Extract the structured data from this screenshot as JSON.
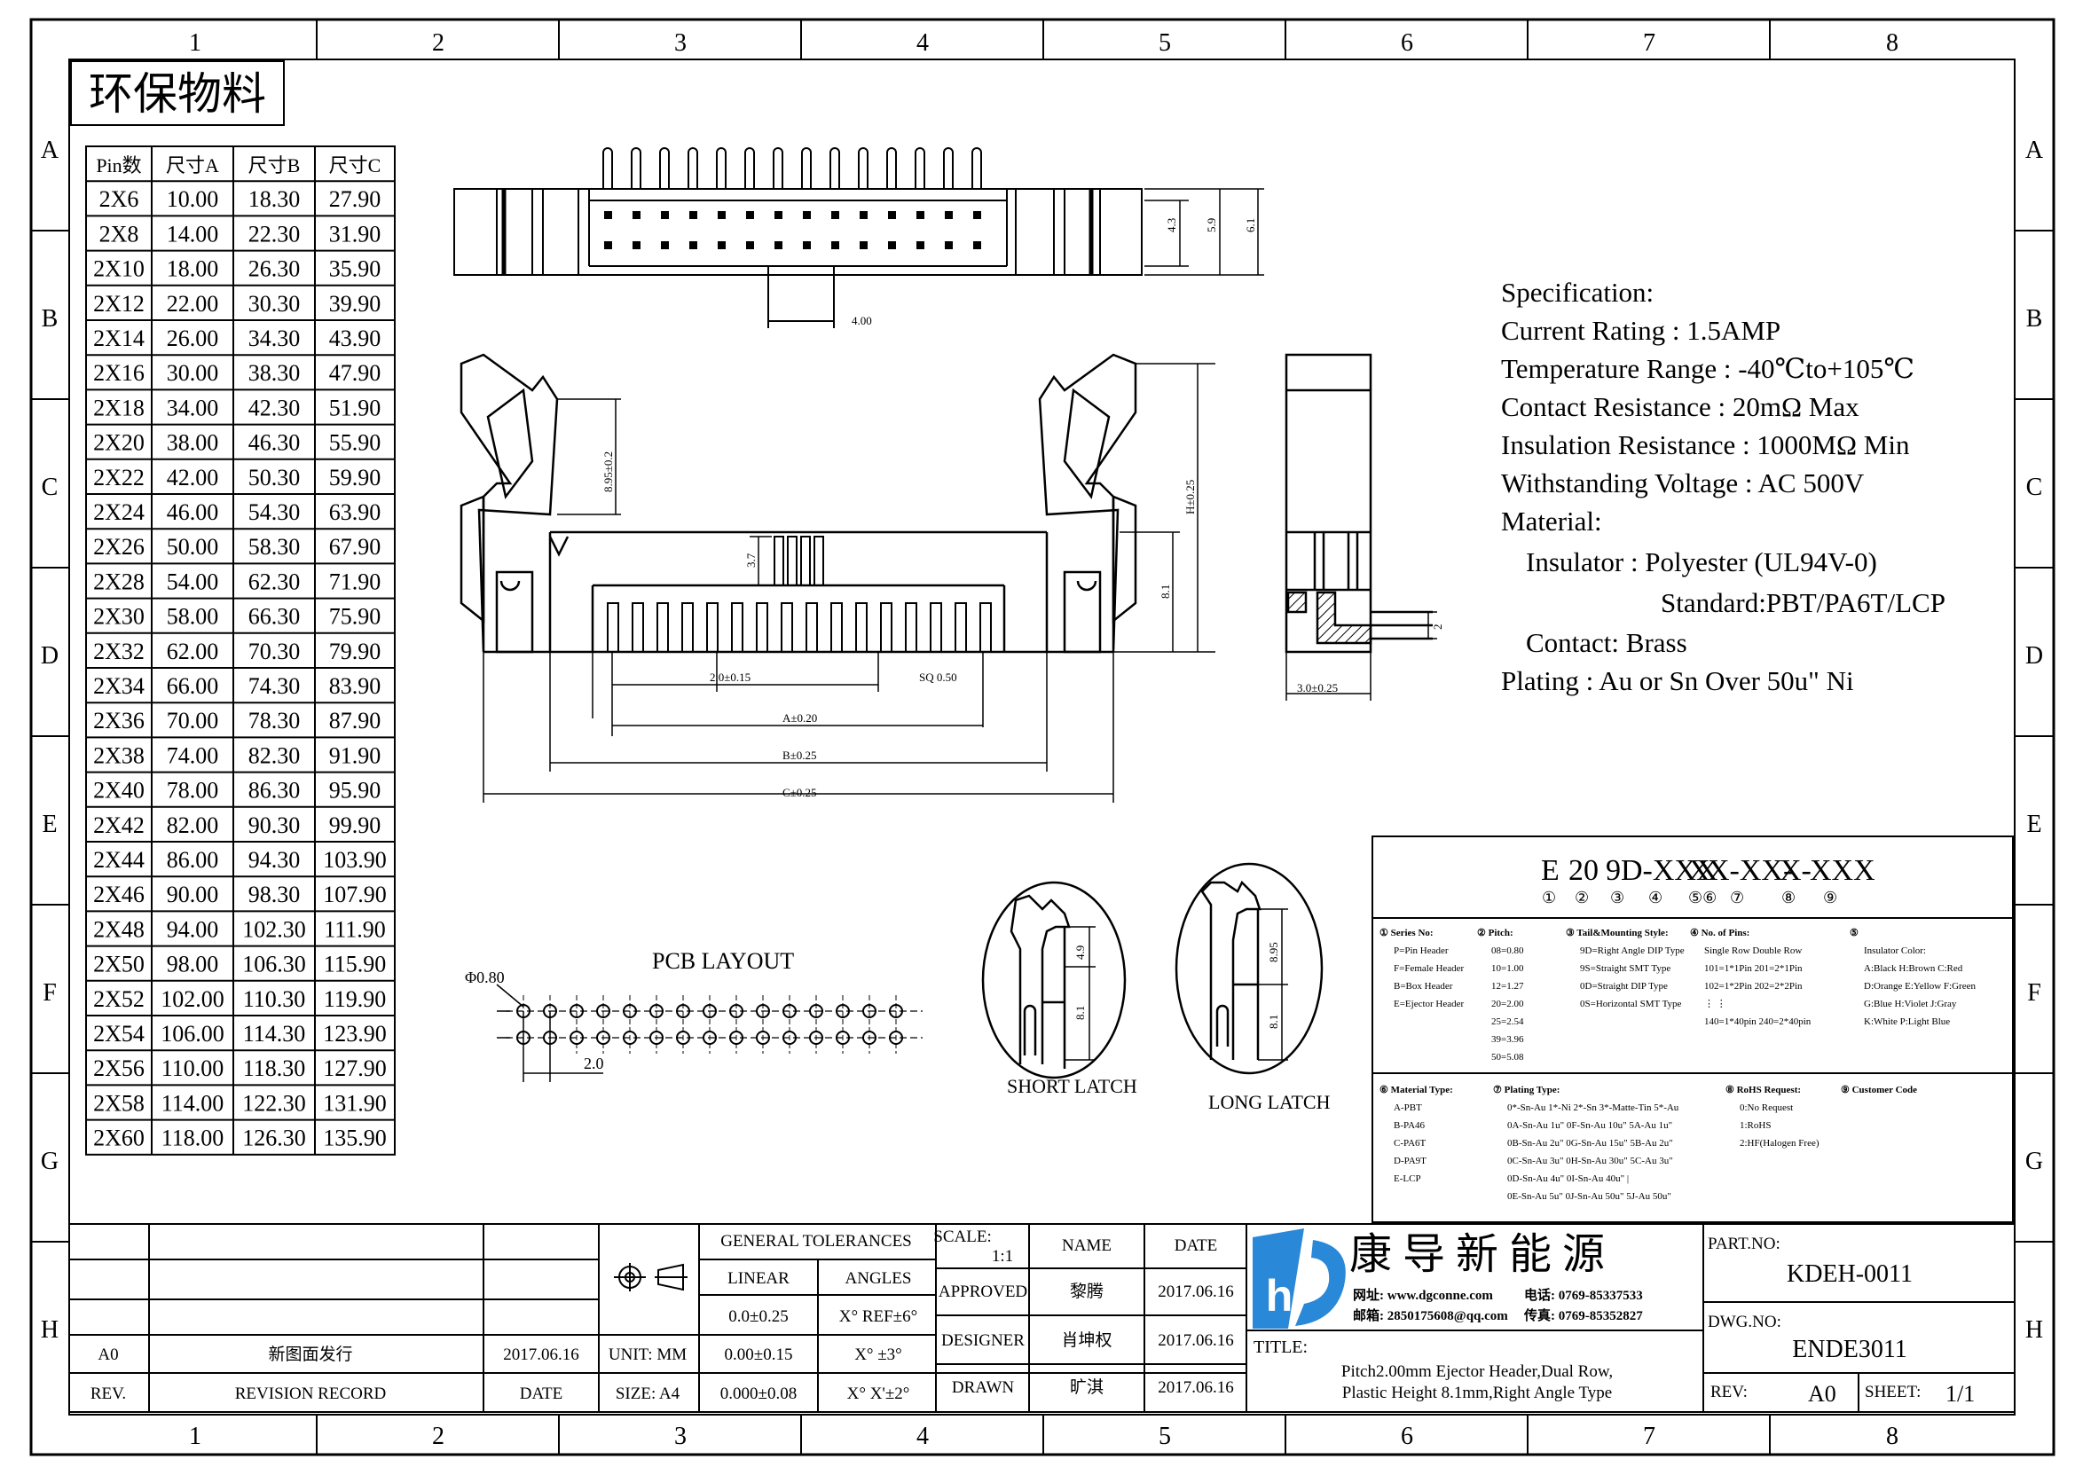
{
  "frame": {
    "columns": [
      "1",
      "2",
      "3",
      "4",
      "5",
      "6",
      "7",
      "8"
    ],
    "rows": [
      "A",
      "B",
      "C",
      "D",
      "E",
      "F",
      "G",
      "H"
    ]
  },
  "header_box": {
    "title": "环保物料"
  },
  "size_table": {
    "headers": [
      "Pin数",
      "尺寸A",
      "尺寸B",
      "尺寸C"
    ],
    "rows": [
      [
        "2X6",
        "10.00",
        "18.30",
        "27.90"
      ],
      [
        "2X8",
        "14.00",
        "22.30",
        "31.90"
      ],
      [
        "2X10",
        "18.00",
        "26.30",
        "35.90"
      ],
      [
        "2X12",
        "22.00",
        "30.30",
        "39.90"
      ],
      [
        "2X14",
        "26.00",
        "34.30",
        "43.90"
      ],
      [
        "2X16",
        "30.00",
        "38.30",
        "47.90"
      ],
      [
        "2X18",
        "34.00",
        "42.30",
        "51.90"
      ],
      [
        "2X20",
        "38.00",
        "46.30",
        "55.90"
      ],
      [
        "2X22",
        "42.00",
        "50.30",
        "59.90"
      ],
      [
        "2X24",
        "46.00",
        "54.30",
        "63.90"
      ],
      [
        "2X26",
        "50.00",
        "58.30",
        "67.90"
      ],
      [
        "2X28",
        "54.00",
        "62.30",
        "71.90"
      ],
      [
        "2X30",
        "58.00",
        "66.30",
        "75.90"
      ],
      [
        "2X32",
        "62.00",
        "70.30",
        "79.90"
      ],
      [
        "2X34",
        "66.00",
        "74.30",
        "83.90"
      ],
      [
        "2X36",
        "70.00",
        "78.30",
        "87.90"
      ],
      [
        "2X38",
        "74.00",
        "82.30",
        "91.90"
      ],
      [
        "2X40",
        "78.00",
        "86.30",
        "95.90"
      ],
      [
        "2X42",
        "82.00",
        "90.30",
        "99.90"
      ],
      [
        "2X44",
        "86.00",
        "94.30",
        "103.90"
      ],
      [
        "2X46",
        "90.00",
        "98.30",
        "107.90"
      ],
      [
        "2X48",
        "94.00",
        "102.30",
        "111.90"
      ],
      [
        "2X50",
        "98.00",
        "106.30",
        "115.90"
      ],
      [
        "2X52",
        "102.00",
        "110.30",
        "119.90"
      ],
      [
        "2X54",
        "106.00",
        "114.30",
        "123.90"
      ],
      [
        "2X56",
        "110.00",
        "118.30",
        "127.90"
      ],
      [
        "2X58",
        "114.00",
        "122.30",
        "131.90"
      ],
      [
        "2X60",
        "118.00",
        "126.30",
        "135.90"
      ]
    ]
  },
  "dims": {
    "top_h1": "4.3",
    "top_h2": "5.9",
    "top_h3": "6.1",
    "top_w": "4.00",
    "latch_h": "8.95±0.2",
    "body_h": "H±0.25",
    "body_h2": "8.1",
    "pin_h": "3.7",
    "pitch": "2.0±0.15",
    "sq": "SQ 0.50",
    "dim_a": "A±0.20",
    "dim_b": "B±0.25",
    "dim_c": "C±0.25",
    "side_w": "3.0±0.25",
    "side_h": "2",
    "pcb_title": "PCB LAYOUT",
    "pcb_hole": "Φ0.80",
    "pcb_pitch": "2.0",
    "short_latch": "SHORT LATCH",
    "short_h1": "4.9",
    "short_h2": "8.1",
    "long_latch": "LONG LATCH",
    "long_h1": "8.95",
    "long_h2": "8.1"
  },
  "spec": {
    "lines": [
      "Specification:",
      "Current Rating : 1.5AMP",
      "Temperature Range : -40℃to+105℃",
      "Contact Resistance : 20mΩ Max",
      "Insulation Resistance : 1000MΩ Min",
      "Withstanding Voltage : AC 500V",
      "Material:",
      "Insulator : Polyester (UL94V-0)",
      "Standard:PBT/PA6T/LCP",
      "Contact: Brass",
      "Plating : Au or Sn Over 50u\" Ni"
    ]
  },
  "part_code": {
    "segments": [
      "E",
      "20",
      "9D-XXX",
      "X",
      "X-XX-",
      "X-",
      "XXX"
    ],
    "circles": [
      "①",
      "②",
      "③",
      "④",
      "⑤⑥",
      "⑦",
      "⑧",
      "⑨"
    ],
    "series": [
      "① Series No:",
      "P=Pin Header",
      "F=Female Header",
      "B=Box Header",
      "E=Ejector Header"
    ],
    "pitch": [
      "② Pitch:",
      "08=0.80",
      "10=1.00",
      "12=1.27",
      "20=2.00",
      "25=2.54",
      "39=3.96",
      "50=5.08"
    ],
    "tail": [
      "③ Tail&Mounting Style:",
      "9D=Right Angle DIP Type",
      "9S=Straight SMT Type",
      "0D=Straight DIP Type",
      "0S=Horizontal SMT Type"
    ],
    "pins": [
      "④ No. of Pins:",
      "Single Row   Double Row",
      "101=1*1Pin   201=2*1Pin",
      "102=1*2Pin   202=2*2Pin",
      "  ⋮            ⋮",
      "140=1*40pin  240=2*40pin"
    ],
    "color": [
      "⑤",
      "Insulator Color:",
      "A:Black  H:Brown  C:Red",
      "D:Orange E:Yellow F:Green",
      "G:Blue   H:Violet J:Gray",
      "K:White  P:Light Blue"
    ],
    "material": [
      "⑥ Material Type:",
      "A-PBT",
      "B-PA46",
      "C-PA6T",
      "D-PA9T",
      "E-LCP"
    ],
    "plating": [
      "⑦ Plating Type:",
      "0*-Sn-Au 1*-Ni 2*-Sn 3*-Matte-Tin 5*-Au",
      "0A-Sn-Au 1u\" 0F-Sn-Au 10u\"  5A-Au 1u\"",
      "0B-Sn-Au 2u\" 0G-Sn-Au 15u\"  5B-Au 2u\"",
      "0C-Sn-Au 3u\" 0H-Sn-Au 30u\"  5C-Au 3u\"",
      "0D-Sn-Au 4u\" 0I-Sn-Au 40u\"    |",
      "0E-Sn-Au 5u\" 0J-Sn-Au 50u\"  5J-Au 50u\""
    ],
    "rohs": [
      "⑧ RoHS Request:",
      "0:No Request",
      "1:RoHS",
      "2:HF(Halogen Free)"
    ],
    "customer": [
      "⑨ Customer Code"
    ]
  },
  "title_block": {
    "general_tolerances": "GENERAL TOLERANCES",
    "linear": "LINEAR",
    "angles": "ANGLES",
    "tol_rows": [
      [
        "0.0±0.25",
        "X° REF±6°"
      ],
      [
        "0.00±0.15",
        "X° ±3°"
      ],
      [
        "0.000±0.08",
        "X° X'±2°"
      ]
    ],
    "scale_label": "SCALE:",
    "scale_value": "1:1",
    "unit": "UNIT: MM",
    "size": "SIZE: A4",
    "name": "NAME",
    "date": "DATE",
    "approved": "APPROVED",
    "approved_name": "黎腾",
    "approved_date": "2017.06.16",
    "designer": "DESIGNER",
    "designer_name": "肖坤权",
    "designer_date": "2017.06.16",
    "drawn": "DRAWN",
    "drawn_name": "旷淇",
    "drawn_date": "2017.06.16",
    "company_cn": "康 导 新 能 源",
    "company_web": "网址: www.dgconne.com",
    "company_tel": "电话: 0769-85337533",
    "company_mail": "邮箱: 2850175608@qq.com",
    "company_fax": "传真: 0769-85352827",
    "title_label": "TITLE:",
    "title_l1": "Pitch2.00mm Ejector Header,Dual Row,",
    "title_l2": "Plastic Height 8.1mm,Right Angle Type",
    "part_no_label": "PART.NO:",
    "part_no": "KDEH-0011",
    "dwg_no_label": "DWG.NO:",
    "dwg_no": "ENDE3011",
    "rev_label": "REV:",
    "rev": "A0",
    "sheet_label": "SHEET:",
    "sheet": "1/1",
    "rev_row": [
      "A0",
      "新图面发行",
      "2017.06.16"
    ],
    "rev_header": [
      "REV.",
      "REVISION RECORD",
      "DATE"
    ]
  }
}
